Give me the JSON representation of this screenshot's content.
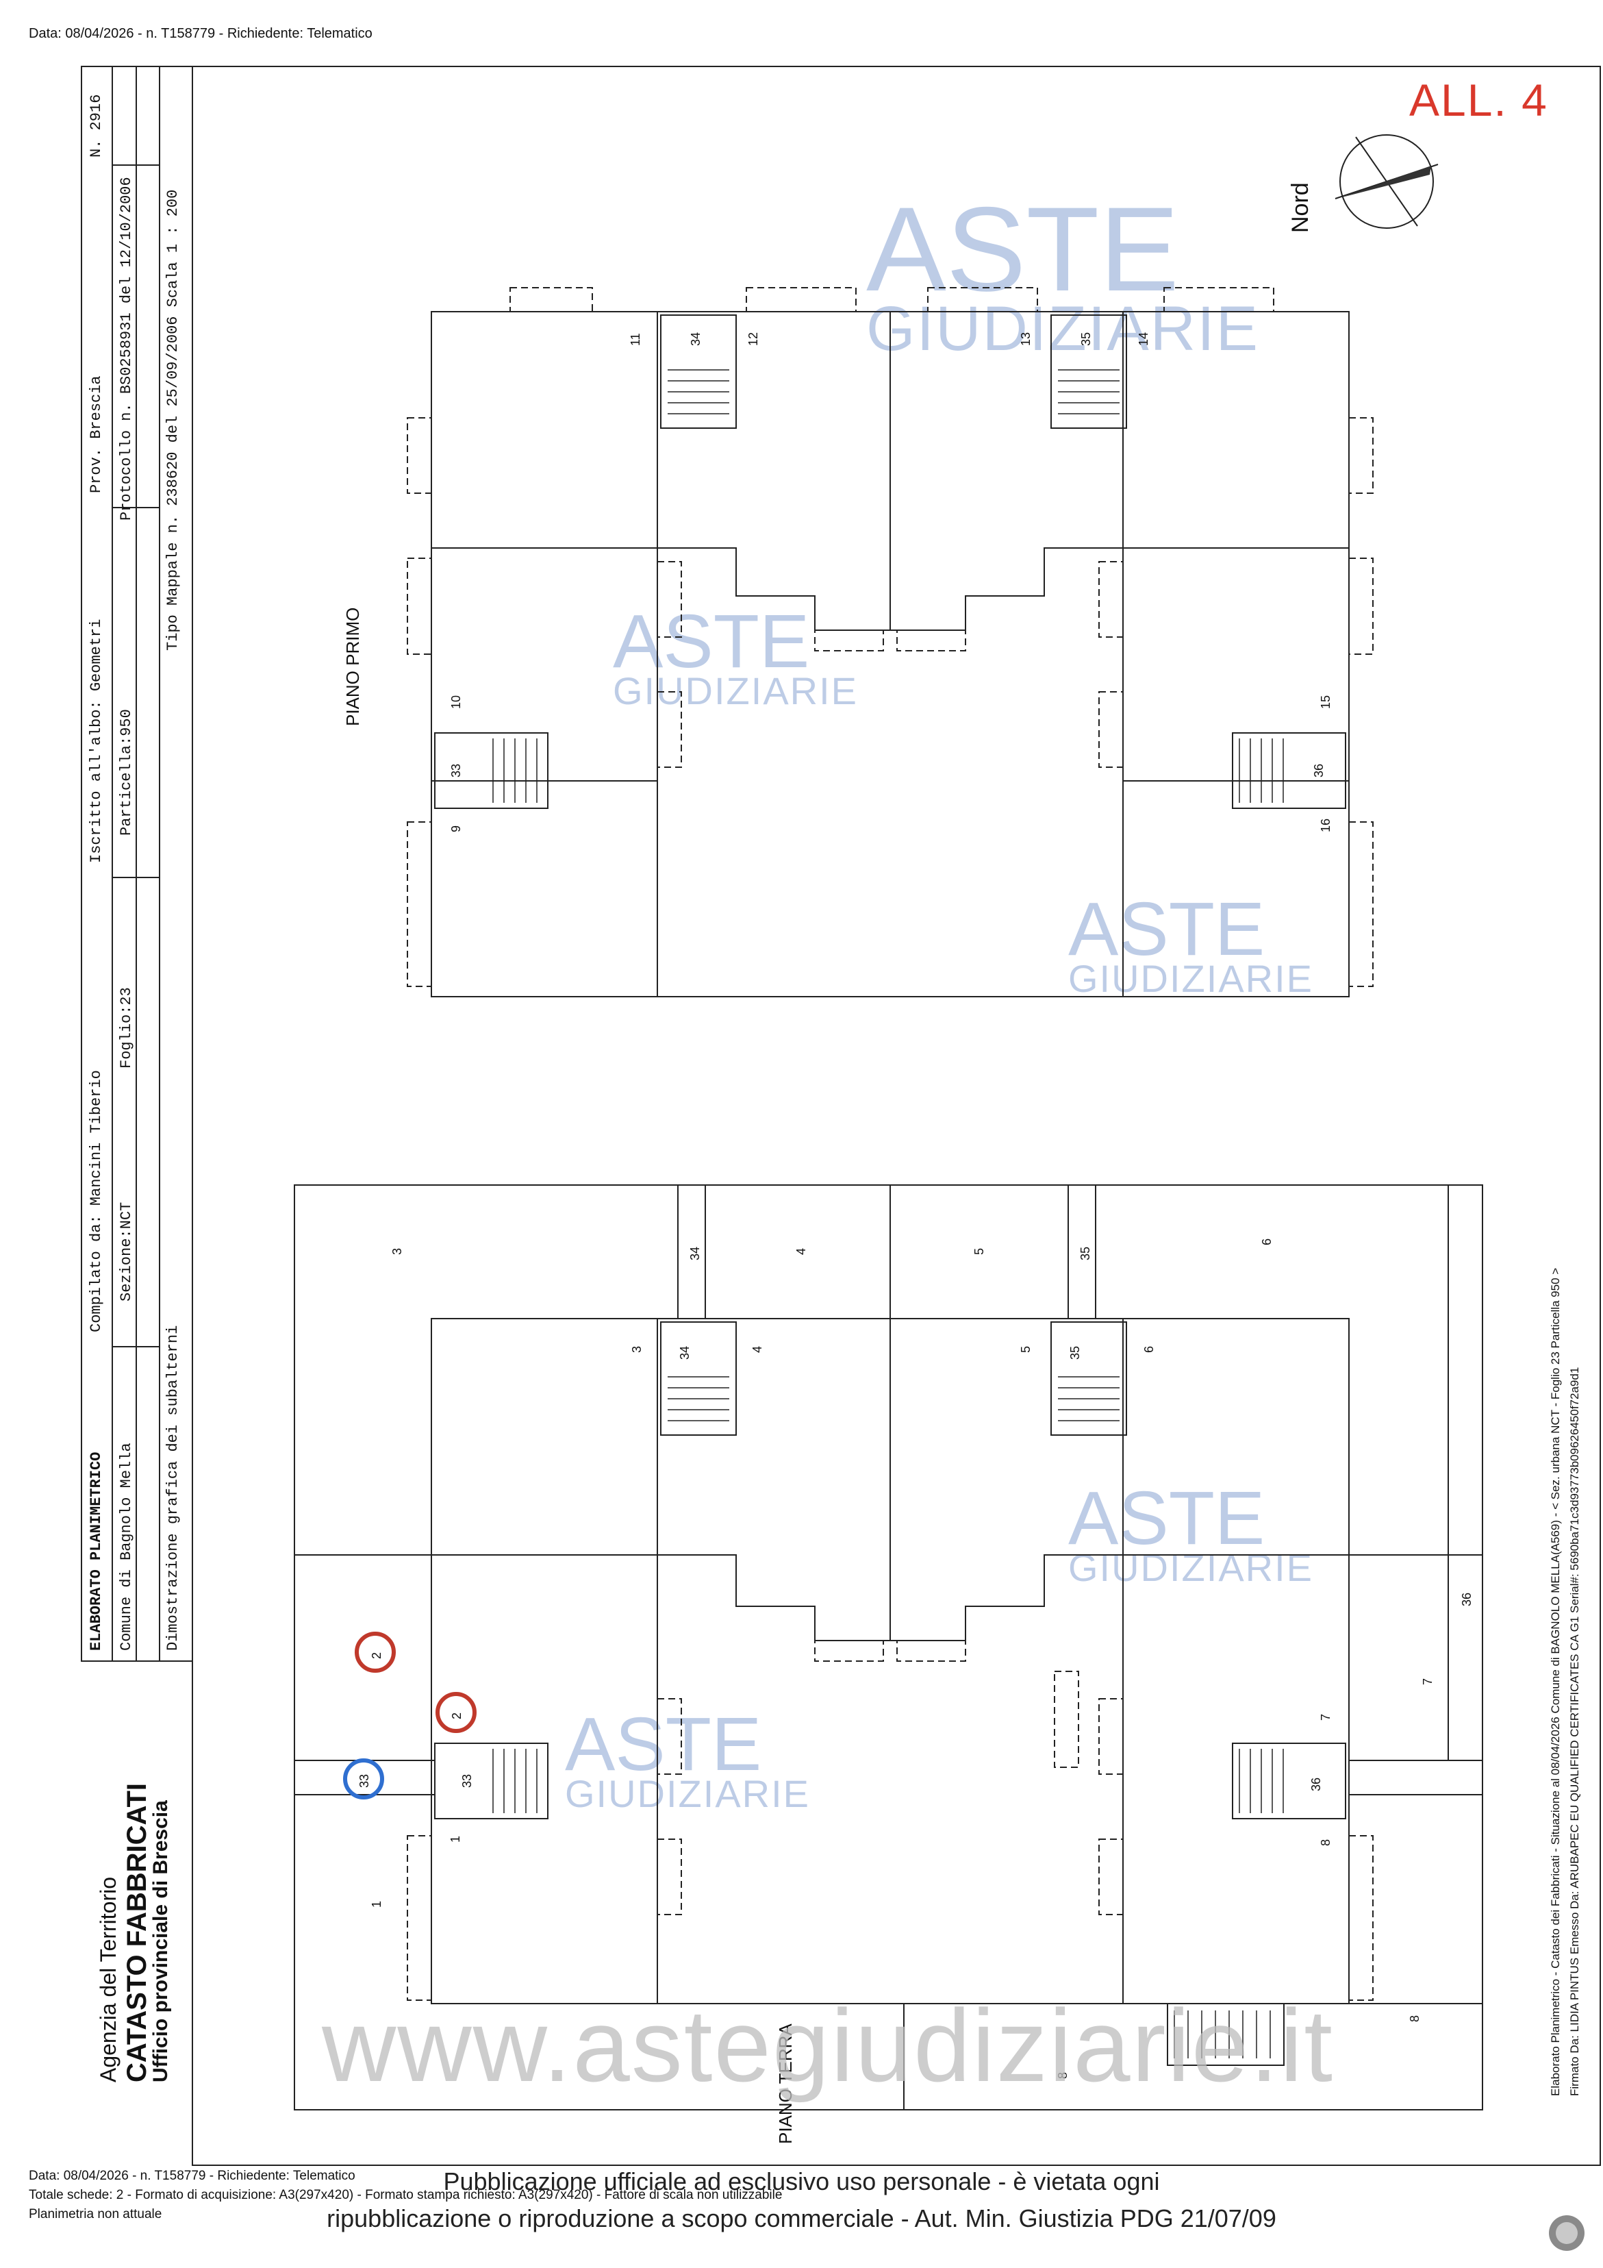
{
  "header": {
    "top_line": "Data: 08/04/2026 - n. T158779 - Richiedente: Telematico",
    "corner_label": "ALL. 4",
    "north_label": "Nord"
  },
  "titleblock": {
    "agency": "Agenzia del Territorio",
    "catasto": "CATASTO FABBRICATI",
    "ufficio": "Ufficio provinciale di  Brescia",
    "elaborato": "ELABORATO PLANIMETRICO",
    "compilato": "Compilato da: Mancini Tiberio",
    "albo": "Iscritto all'albo: Geometri",
    "prov": "Prov. Brescia",
    "numero": "N.  2916",
    "comune": "Comune di Bagnolo Mella",
    "sezione": "Sezione:NCT",
    "foglio": "Foglio:23",
    "particella": "Particella:950",
    "protocollo": "Protocollo n.   BS0258931   del 12/10/2006",
    "dimostrazione": "Dimostrazione grafica dei subalterni",
    "tipo_mappale": "Tipo Mappale n. 238620   del 25/09/2006  Scala 1 : 200"
  },
  "plan": {
    "floor_upper": "PIANO PRIMO",
    "floor_lower": "PIANO TERRA",
    "upper_labels": [
      "11",
      "34",
      "12",
      "13",
      "35",
      "14",
      "10",
      "33",
      "9",
      "15",
      "36",
      "16"
    ],
    "lower_labels": [
      "3",
      "34",
      "4",
      "5",
      "35",
      "6",
      "3",
      "34",
      "4",
      "5",
      "35",
      "6",
      "36",
      "7",
      "7",
      "36",
      "8",
      "2",
      "2",
      "33",
      "33",
      "1",
      "1",
      "8",
      "8"
    ],
    "marker_red": "#c0392b",
    "marker_blue": "#2f6fd0"
  },
  "watermark": {
    "big": "ASTE",
    "small": "GIUDIZIARIE",
    "site": "www.astegiudiziarie.it",
    "color": "#6f90c8"
  },
  "footer": {
    "line1": "Data: 08/04/2026 - n. T158779 - Richiedente: Telematico",
    "line2": "Totale schede: 2 - Formato di acquisizione: A3(297x420)  - Formato stampa richiesto: A3(297x420) - Fattore di scala non utilizzabile",
    "line3": "Planimetria non attuale",
    "pub1": "Pubblicazione ufficiale ad esclusivo uso personale - è vietata ogni",
    "pub2": "ripubblicazione o riproduzione a scopo commerciale - Aut. Min. Giustizia PDG 21/07/09",
    "right1": "Elaborato Planimetrico - Catasto dei Fabbricati - Situazione al 08/04/2026  Comune di BAGNOLO MELLA(A569) - < Sez. urbana NCT - Foglio 23 Particella 950 >",
    "right2": "Firmato Da: LIDIA PINTUS Emesso Da: ARUBAPEC EU QUALIFIED CERTIFICATES CA G1 Serial#: 5690ba71c3d93773b09626450f72a9d1"
  }
}
